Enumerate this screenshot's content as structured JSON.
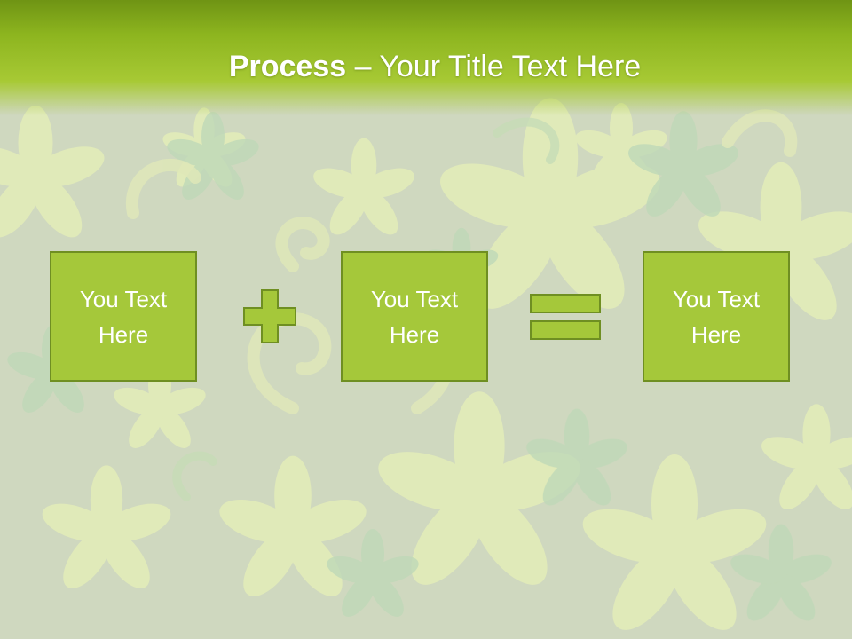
{
  "slide": {
    "title_bold": "Process",
    "title_rest": " – Your Title Text Here",
    "colors": {
      "accent": "#a5c83a",
      "border": "#6f8f22",
      "header": "#8db51f"
    }
  },
  "process": {
    "boxes": [
      {
        "text": "You Text Here"
      },
      {
        "text": "You Text Here"
      },
      {
        "text": "You Text Here"
      }
    ],
    "operators": [
      "plus-icon",
      "equals-icon"
    ]
  }
}
